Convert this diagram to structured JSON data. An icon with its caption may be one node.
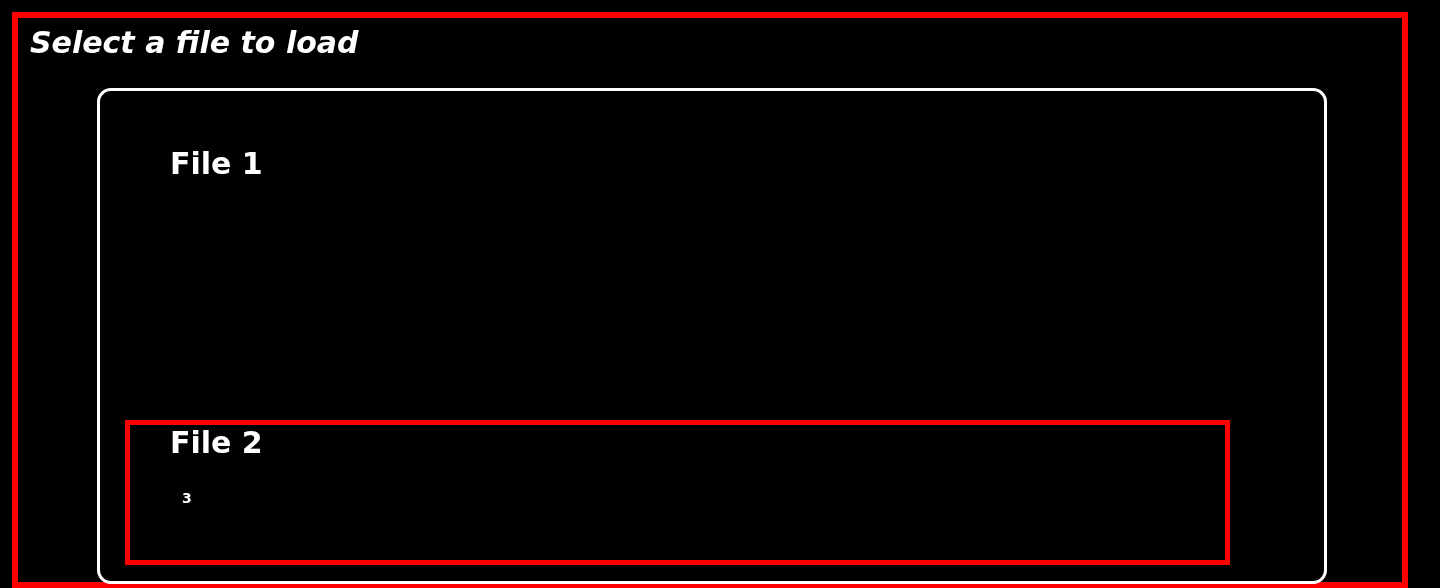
{
  "diagram": {
    "nodes": [
      {
        "text": [
          "Select a file to load"
        ]
      },
      {
        "text": [
          "File 1"
        ],
        "in": 0
      },
      {
        "text": [
          "File 2",
          "3"
        ],
        "in": 1
      }
    ]
  }
}
